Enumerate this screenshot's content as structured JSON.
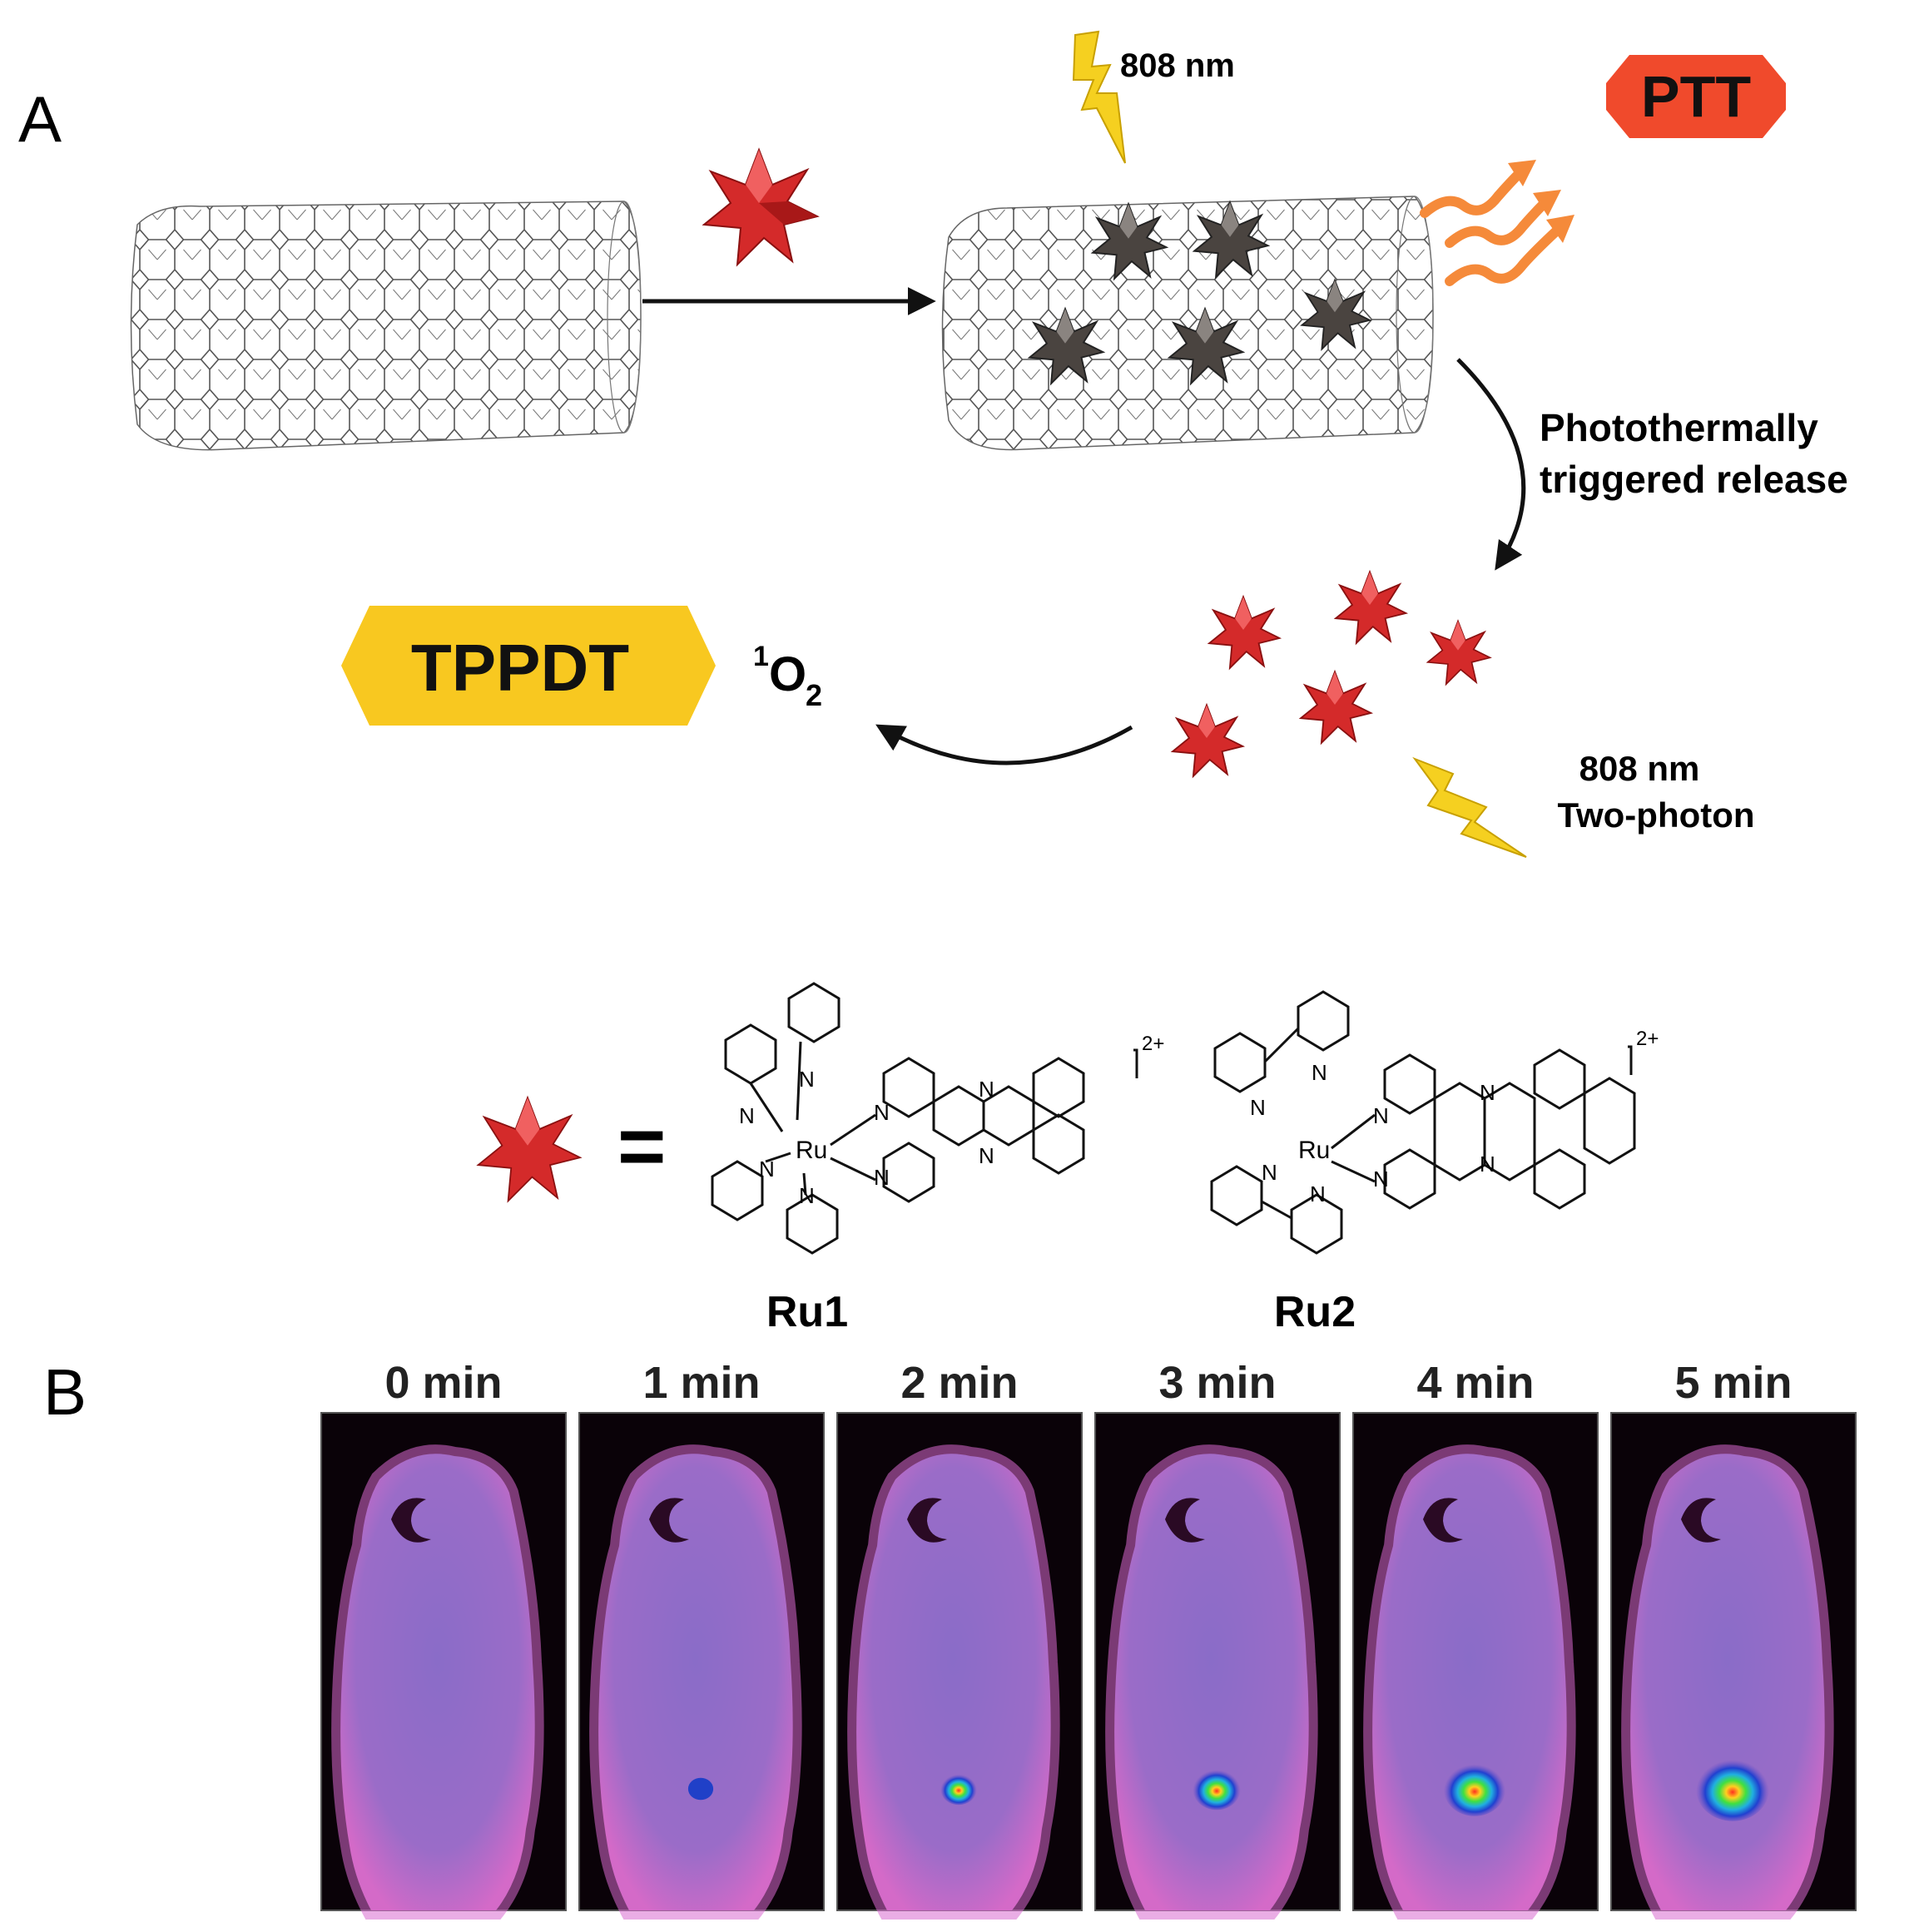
{
  "panel_a": {
    "letter": "A",
    "laser_top": "808 nm",
    "ptt_badge": "PTT",
    "release_line1": "Photothermally",
    "release_line2": "triggered release",
    "tppdt_badge": "TPPDT",
    "singlet_oxygen": {
      "pre": "1",
      "main": "O",
      "sub": "2"
    },
    "laser_bottom_line1": "808 nm",
    "laser_bottom_line2": "Two-photon",
    "equals": "=",
    "compound_1": "Ru1",
    "compound_2": "Ru2",
    "charge": "2+",
    "atom_ru": "Ru",
    "atom_n": "N"
  },
  "panel_b": {
    "letter": "B",
    "frames": [
      {
        "label": "0 min",
        "hotspot_level": 0.0
      },
      {
        "label": "1 min",
        "hotspot_level": 0.15
      },
      {
        "label": "2 min",
        "hotspot_level": 0.35
      },
      {
        "label": "3 min",
        "hotspot_level": 0.55
      },
      {
        "label": "4 min",
        "hotspot_level": 0.8
      },
      {
        "label": "5 min",
        "hotspot_level": 1.0
      }
    ]
  },
  "colors": {
    "star_red": "#d42a2a",
    "star_dark": "#4a4440",
    "ptt_red": "#f04a2c",
    "tppdt_yellow": "#f8c820",
    "bolt_yellow": "#f5d020",
    "heat_orange": "#f58a3a",
    "mouse_magenta": "#d86ad0",
    "mouse_body": "#8f6cc8"
  }
}
